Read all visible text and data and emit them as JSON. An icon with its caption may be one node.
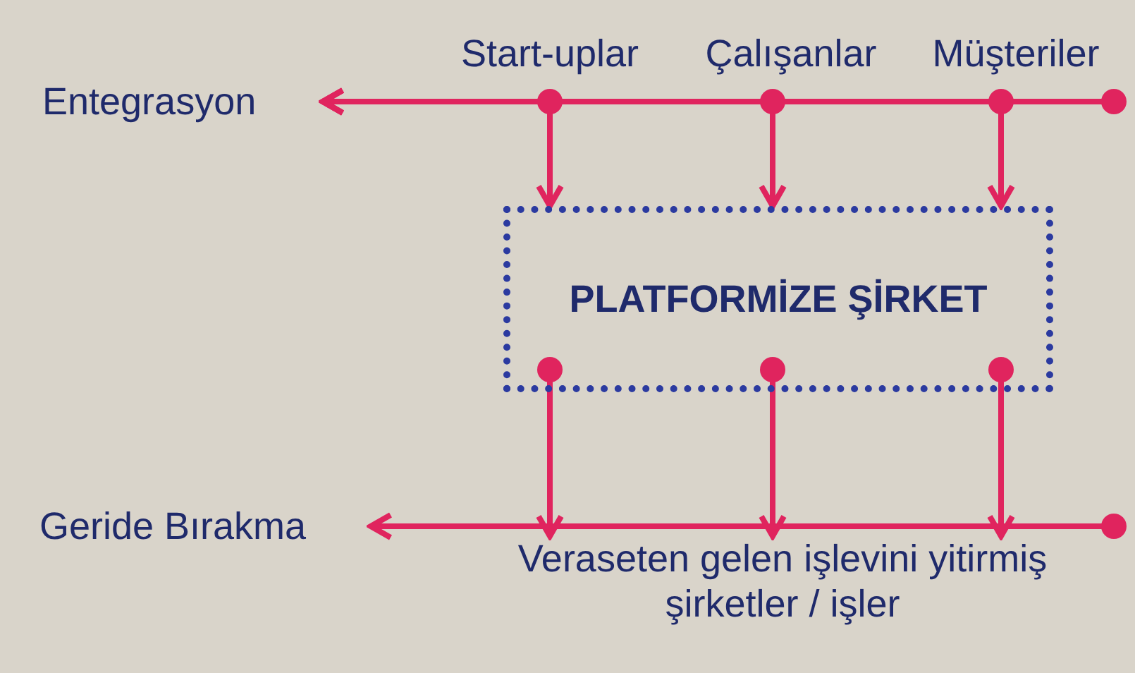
{
  "diagram": {
    "nodes": [
      {
        "text": [
          "Entegrasyon"
        ]
      },
      {
        "text": [
          "Start-uplar"
        ]
      },
      {
        "text": [
          "Çalışanlar"
        ]
      },
      {
        "text": [
          "Müşteriler"
        ]
      },
      {
        "text": [
          "PLATFORMİZE ŞİRKET"
        ]
      },
      {
        "text": [
          "Geride Bırakma"
        ]
      },
      {
        "text": [
          "Veraseten gelen işlevini yitirmiş şirketler / işler"
        ]
      }
    ],
    "edges": [
      {
        "from": 1,
        "to": 0,
        "arrow": "to"
      },
      {
        "from": 2,
        "to": 0,
        "arrow": "to"
      },
      {
        "from": 3,
        "to": 0,
        "arrow": "to"
      },
      {
        "from": 1,
        "to": 4,
        "arrow": "to"
      },
      {
        "from": 2,
        "to": 4,
        "arrow": "to"
      },
      {
        "from": 3,
        "to": 4,
        "arrow": "to"
      },
      {
        "from": 4,
        "to": 6,
        "arrow": "to"
      },
      {
        "from": 4,
        "to": 6,
        "arrow": "to"
      },
      {
        "from": 4,
        "to": 6,
        "arrow": "to"
      },
      {
        "from": 6,
        "to": 5,
        "arrow": "to"
      }
    ]
  }
}
